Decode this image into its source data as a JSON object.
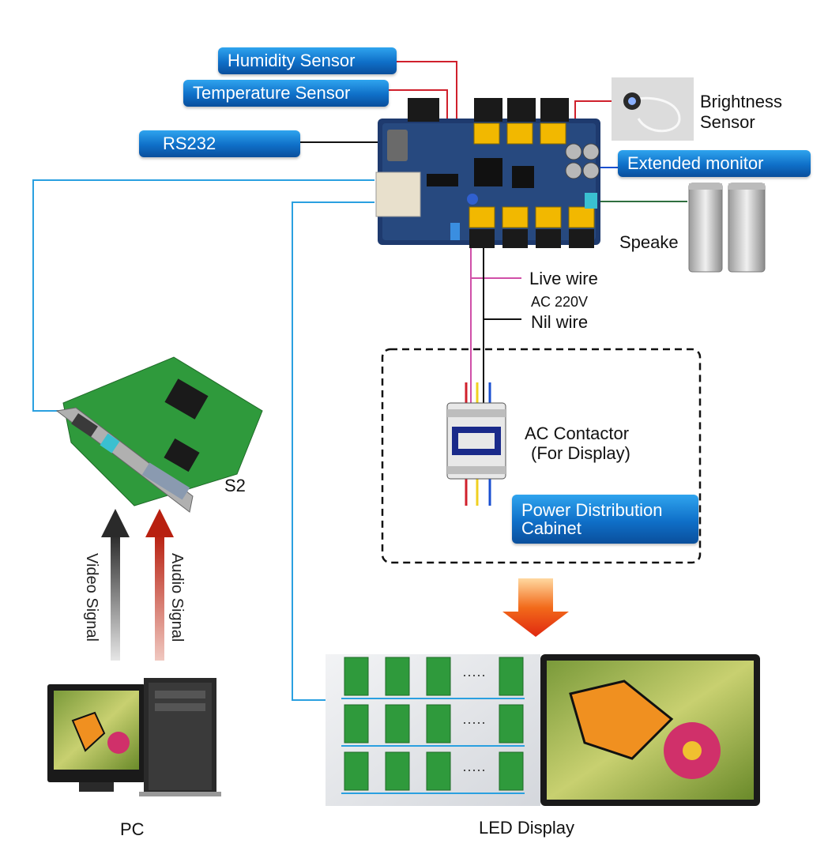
{
  "labels": {
    "humidity": "Humidity Sensor",
    "temperature": "Temperature Sensor",
    "rs232": "RS232",
    "brightness_line1": "Brightness",
    "brightness_line2": "Sensor",
    "extended_monitor": "Extended monitor",
    "speaker": "Speake",
    "live_wire": "Live wire",
    "ac_voltage": "AC 220V",
    "nil_wire": "Nil wire",
    "contactor_line1": "AC Contactor",
    "contactor_line2": "(For Display)",
    "cabinet_line1": "Power Distribution",
    "cabinet_line2": "Cabinet",
    "s2": "S2",
    "video_signal": "Video Signal",
    "audio_signal": "Audio Signal",
    "pc": "PC",
    "led_display": "LED Display",
    "dots": "·····"
  },
  "colors": {
    "pill_blue": "#0f6fc8",
    "line_blue": "#2aa0e0",
    "wire_red": "#d0202c",
    "wire_pink": "#d04fa8",
    "wire_yellow": "#f0d020",
    "wire_blue": "#1a4fd0",
    "arrow_red": "#e8401a",
    "pcb_green": "#2f9a3c",
    "pcb_navy": "#1e3a6e"
  }
}
